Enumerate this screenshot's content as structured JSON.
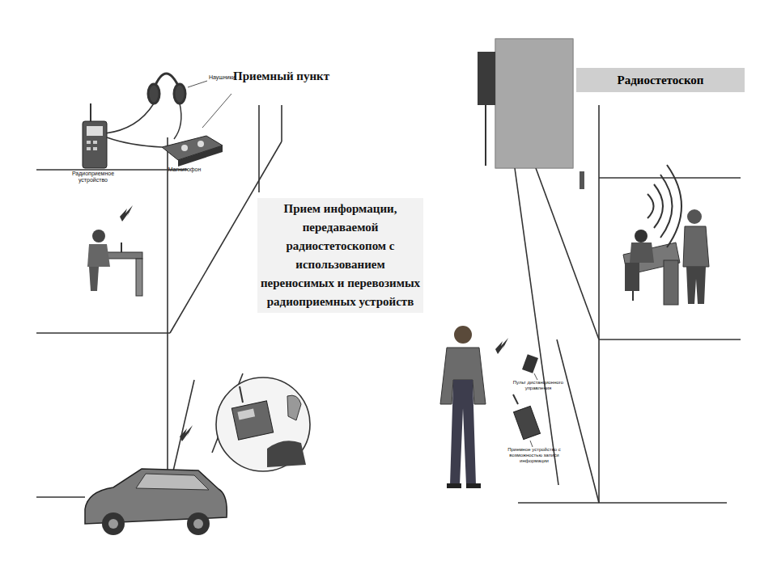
{
  "diagram": {
    "nodes": [
      {
        "text": [
          "Радиостетоскоп"
        ]
      }
    ],
    "labels": [
      "Приемный пункт",
      "Наушники",
      "Радиоприемное устройство",
      "Магнитофон",
      "Прием информации, передаваемой радиостетоскопом с использованием переносимых и перевозимых радиоприемных устройств",
      "Пульт дистанционного управления",
      "Приемное устройство с возможностью записи информации"
    ]
  }
}
